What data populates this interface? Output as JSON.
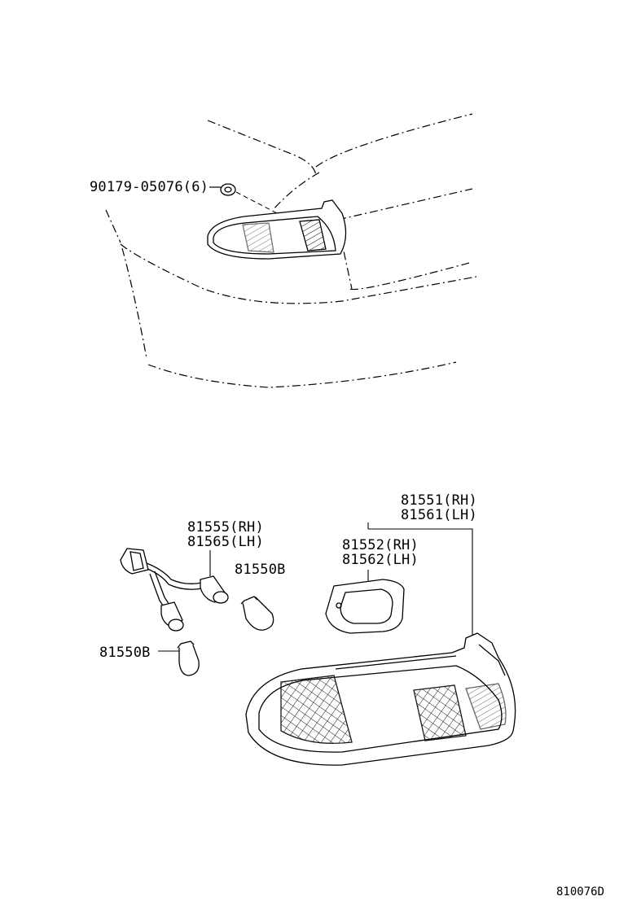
{
  "labels": {
    "clip": "90179-05076(6)",
    "socket_rh": "81555(RH)",
    "socket_lh": "81565(LH)",
    "bulb_1": "81550B",
    "bulb_2": "81550B",
    "lens_rh": "81551(RH)",
    "lens_lh": "81561(LH)",
    "gasket_rh": "81552(RH)",
    "gasket_lh": "81562(LH)"
  },
  "diagram_code": "810076D",
  "colors": {
    "line": "#000000",
    "background": "#ffffff"
  }
}
